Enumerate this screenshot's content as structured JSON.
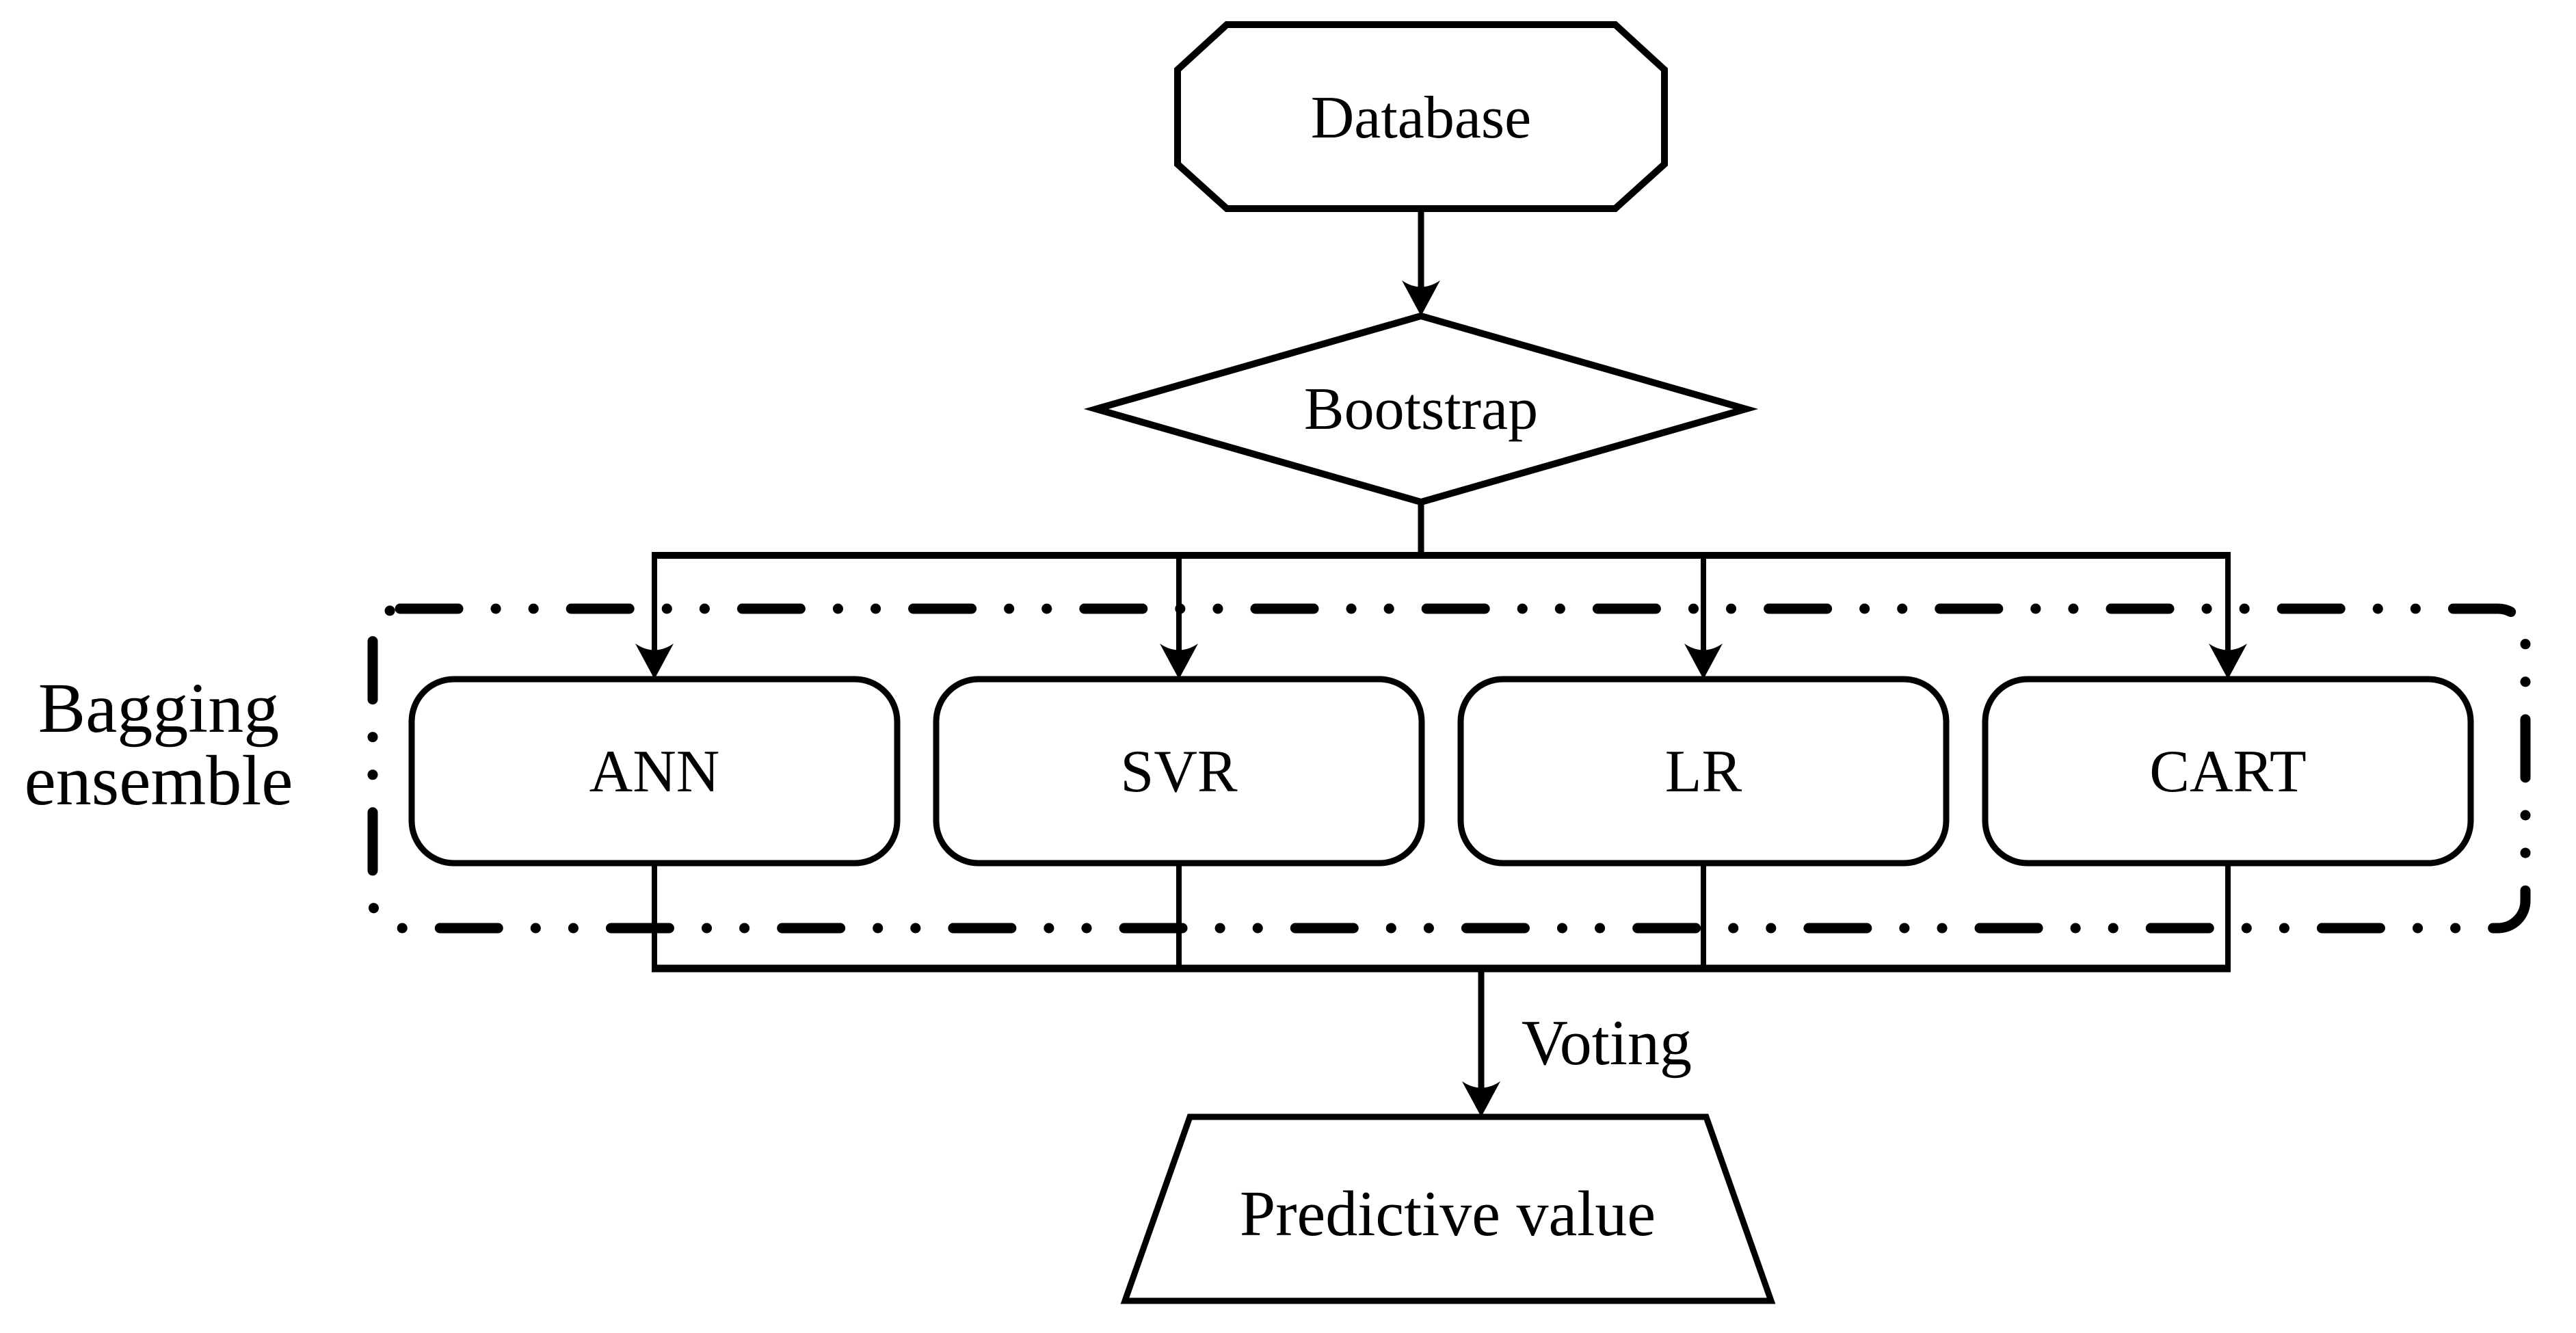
{
  "diagram": {
    "background_color": "#ffffff",
    "stroke_color": "#000000",
    "nodes": {
      "database": {
        "label": "Database",
        "shape": "octagon"
      },
      "bootstrap": {
        "label": "Bootstrap",
        "shape": "diamond"
      },
      "models": [
        {
          "label": "ANN"
        },
        {
          "label": "SVR"
        },
        {
          "label": "LR"
        },
        {
          "label": "CART"
        }
      ],
      "output": {
        "label": "Predictive value",
        "shape": "trapezoid"
      }
    },
    "group": {
      "label_line1": "Bagging",
      "label_line2": "ensemble",
      "border_style": "dash-dot"
    },
    "edge_labels": {
      "voting": "Voting"
    }
  }
}
